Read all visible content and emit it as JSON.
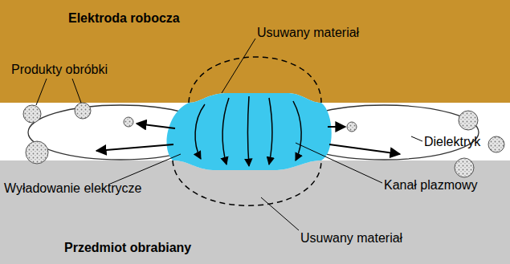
{
  "diagram": {
    "nodes": [
      {
        "text": [
          "Elektroda robocza"
        ]
      },
      {
        "text": [
          "Przedmiot obrabiany"
        ]
      }
    ],
    "labels": [
      "Produkty obróbki",
      "Usuwany materiał",
      "Dielektryk",
      "Wyładowanie elektrycze",
      "Kanał plazmowy",
      "Usuwany materiał"
    ]
  }
}
